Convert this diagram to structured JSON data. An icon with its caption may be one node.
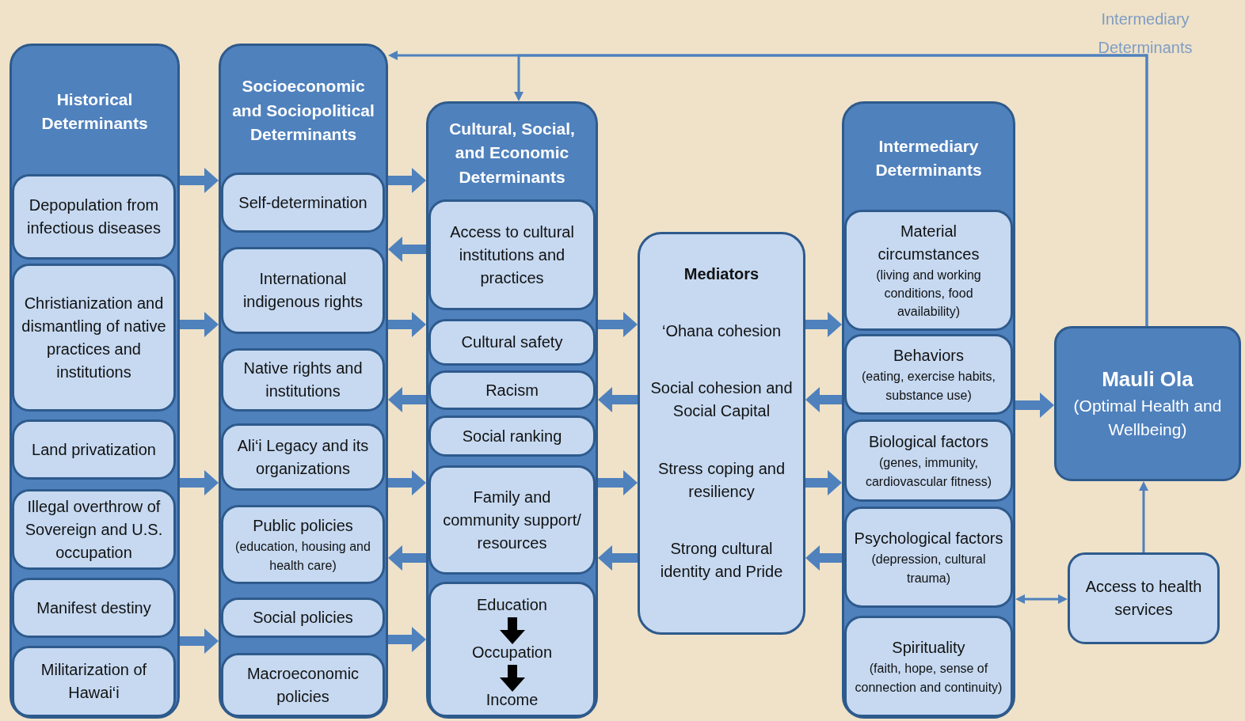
{
  "diagram": {
    "nodes": [
      {
        "text": [
          "Historical Determinants"
        ]
      },
      {
        "text": [
          "Depopulation from infectious diseases"
        ],
        "in": 0
      },
      {
        "text": [
          "Christianization and dismantling of native practices and institutions"
        ],
        "in": 0
      },
      {
        "text": [
          "Land privatization"
        ],
        "in": 0
      },
      {
        "text": [
          "Illegal overthrow of Sovereign and U.S. occupation"
        ],
        "in": 0
      },
      {
        "text": [
          "Manifest destiny"
        ],
        "in": 0
      },
      {
        "text": [
          "Militarization of Hawai‘i"
        ],
        "in": 0
      },
      {
        "text": [
          "Socioeconomic and Sociopolitical Determinants"
        ]
      },
      {
        "text": [
          "Self-determination"
        ],
        "in": 7
      },
      {
        "text": [
          "International indigenous rights"
        ],
        "in": 7
      },
      {
        "text": [
          "Native rights and institutions"
        ],
        "in": 7
      },
      {
        "text": [
          "Ali‘i Legacy and its organizations"
        ],
        "in": 7
      },
      {
        "text": [
          "Public policies",
          "(education, housing and health care)"
        ],
        "in": 7
      },
      {
        "text": [
          "Social policies"
        ],
        "in": 7
      },
      {
        "text": [
          "Macroeconomic policies"
        ],
        "in": 7
      },
      {
        "text": [
          "Cultural, Social, and Economic Determinants"
        ]
      },
      {
        "text": [
          "Access to cultural institutions and practices"
        ],
        "in": 15
      },
      {
        "text": [
          "Cultural safety"
        ],
        "in": 15
      },
      {
        "text": [
          "Racism"
        ],
        "in": 15
      },
      {
        "text": [
          "Social ranking"
        ],
        "in": 15
      },
      {
        "text": [
          "Family and community support/ resources"
        ],
        "in": 15
      },
      {
        "text": [],
        "shape": "box",
        "in": 15
      },
      {
        "text": [
          "Education"
        ],
        "in": 21
      },
      {
        "text": [
          "Occupation"
        ],
        "in": 21
      },
      {
        "text": [
          "Income"
        ],
        "in": 21
      },
      {
        "text": [
          "Mediators",
          "‘Ohana cohesion",
          "Social cohesion and Social Capital",
          "Stress coping and resiliency",
          "Strong cultural identity and Pride"
        ]
      },
      {
        "text": [
          "Intermediary Determinants"
        ]
      },
      {
        "text": [
          "Material circumstances",
          "(living and working conditions, food availability)"
        ],
        "in": 26
      },
      {
        "text": [
          "Behaviors",
          "(eating, exercise habits, substance use)"
        ],
        "in": 26
      },
      {
        "text": [
          "Biological factors",
          "(genes, immunity, cardiovascular fitness)"
        ],
        "in": 26
      },
      {
        "text": [
          "Psychological factors",
          "(depression, cultural trauma)"
        ],
        "in": 26
      },
      {
        "text": [
          "Spirituality",
          "(faith, hope, sense of connection and continuity)"
        ],
        "in": 26
      },
      {
        "text": [
          "Mauli Ola",
          "(Optimal Health and Wellbeing)"
        ]
      },
      {
        "text": [
          "Access to health services"
        ]
      }
    ],
    "edges": [
      {
        "from": 0,
        "to": 7,
        "arrow": "to"
      },
      {
        "from": 0,
        "to": 7,
        "arrow": "to"
      },
      {
        "from": 0,
        "to": 7,
        "arrow": "to"
      },
      {
        "from": 0,
        "to": 7,
        "arrow": "to"
      },
      {
        "from": 7,
        "to": 15,
        "arrow": "to"
      },
      {
        "from": 15,
        "to": 7,
        "arrow": "to"
      },
      {
        "from": 7,
        "to": 15,
        "arrow": "to"
      },
      {
        "from": 15,
        "to": 7,
        "arrow": "to"
      },
      {
        "from": 7,
        "to": 15,
        "arrow": "to"
      },
      {
        "from": 15,
        "to": 7,
        "arrow": "to"
      },
      {
        "from": 7,
        "to": 15,
        "arrow": "to"
      },
      {
        "from": 15,
        "to": 25,
        "arrow": "to"
      },
      {
        "from": 25,
        "to": 15,
        "arrow": "to"
      },
      {
        "from": 15,
        "to": 25,
        "arrow": "to"
      },
      {
        "from": 25,
        "to": 15,
        "arrow": "to"
      },
      {
        "from": 25,
        "to": 26,
        "arrow": "to"
      },
      {
        "from": 26,
        "to": 25,
        "arrow": "to"
      },
      {
        "from": 25,
        "to": 26,
        "arrow": "to"
      },
      {
        "from": 26,
        "to": 25,
        "arrow": "to"
      },
      {
        "from": 26,
        "to": 32,
        "arrow": "to"
      },
      {
        "from": 32,
        "to": 7,
        "arrow": "to"
      },
      {
        "from": 32,
        "to": 15,
        "arrow": "to"
      },
      {
        "from": 22,
        "to": 23,
        "arrow": "to",
        "color": "#000000"
      },
      {
        "from": 23,
        "to": 24,
        "arrow": "to",
        "color": "#000000"
      },
      {
        "from": 33,
        "to": 32,
        "arrow": "to"
      },
      {
        "from": 26,
        "to": 33,
        "arrow": "both"
      }
    ],
    "labels": [
      "Intermediary Determinants"
    ]
  }
}
